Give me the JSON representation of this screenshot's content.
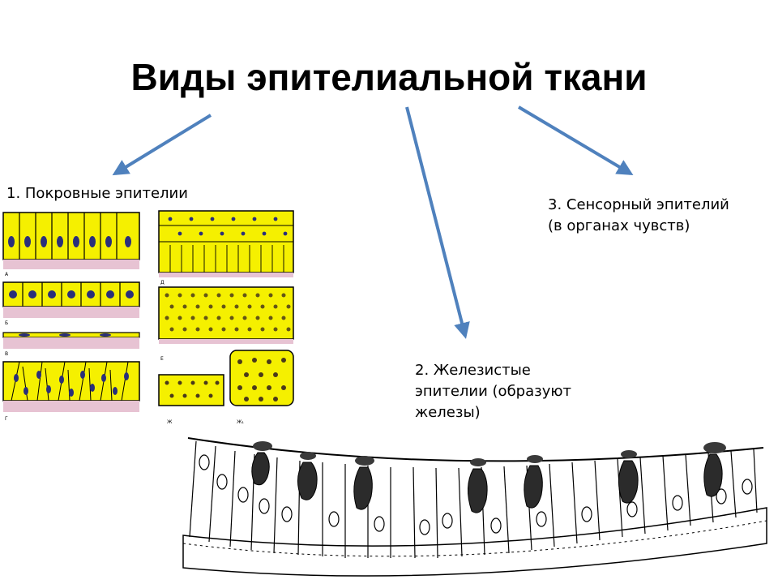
{
  "slide": {
    "title": "Виды эпителиальной ткани",
    "labels": {
      "covering": "1. Покровные эпителии",
      "sensory_line1": "3. Сенсорный эпителий",
      "sensory_line2": "(в органах чувств)",
      "glandular_line1": "2. Железистые",
      "glandular_line2": "эпителии (образуют",
      "glandular_line3": "железы)"
    },
    "figure_letters": [
      "А",
      "Б",
      "В",
      "Г",
      "Д",
      "Е",
      "Ж",
      "Ж₁"
    ],
    "colors": {
      "arrow": "#4f81bd",
      "cell_fill": "#f5f000",
      "nucleus": "#2a2f7a",
      "tissue_pink": "#e7c3d3"
    }
  }
}
